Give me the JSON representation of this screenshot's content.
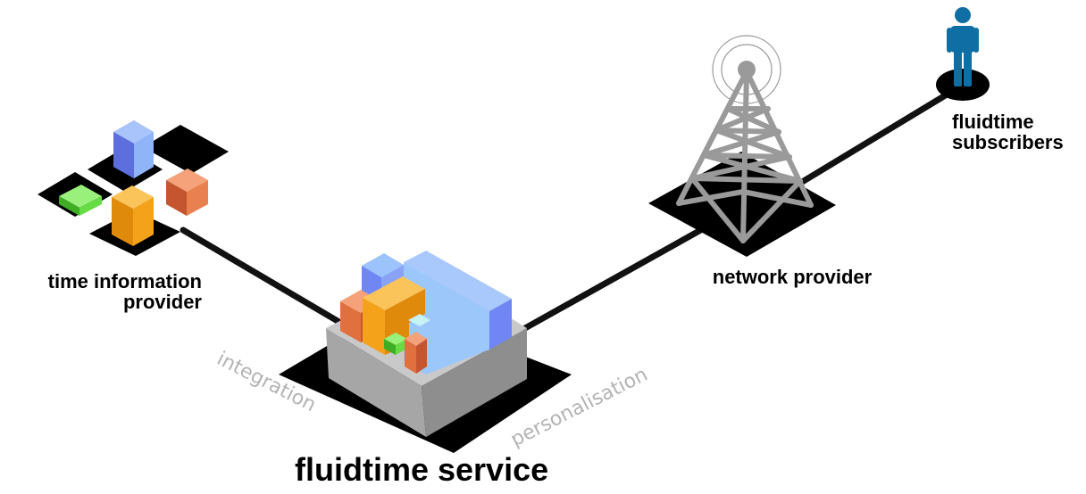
{
  "labels": {
    "time_information_provider": [
      "time information",
      "provider"
    ],
    "network_provider": "network provider",
    "subscribers": [
      "fluidtime",
      "subscribers"
    ],
    "service": "fluidtime service"
  },
  "tags": {
    "integration": "integration",
    "personalisation": "personalisation"
  },
  "colors": {
    "connector": "#111111",
    "ground": "#000000",
    "blue_light": "#9cc7fb",
    "blue": "#6f86f4",
    "orange": "#f3a21a",
    "coral": "#e8814f",
    "green": "#66dd44",
    "tower": "#9a9a9a",
    "person": "#0f6ea3",
    "tag_text": "#b3b3b3"
  }
}
